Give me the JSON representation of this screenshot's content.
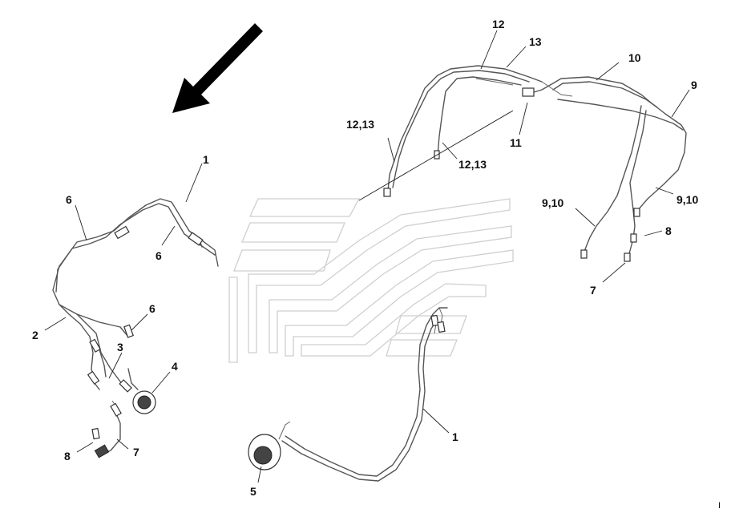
{
  "callouts": {
    "c1": "1",
    "c1b": "1",
    "c2": "2",
    "c3": "3",
    "c4": "4",
    "c5": "5",
    "c6a": "6",
    "c6b": "6",
    "c6c": "6",
    "c7a": "7",
    "c7b": "7",
    "c8a": "8",
    "c8b": "8",
    "c9": "9",
    "c910a": "9,10",
    "c910b": "9,10",
    "c10": "10",
    "c11": "11",
    "c12": "12",
    "c1213a": "12,13",
    "c1213b": "12,13",
    "c13": "13",
    "corner": "I"
  },
  "colors": {
    "line": "#555555",
    "label": "#111111",
    "watermark": "#cfcfcf",
    "arrow": "#000000"
  },
  "icons": {
    "direction": "arrow-down-left-icon"
  }
}
